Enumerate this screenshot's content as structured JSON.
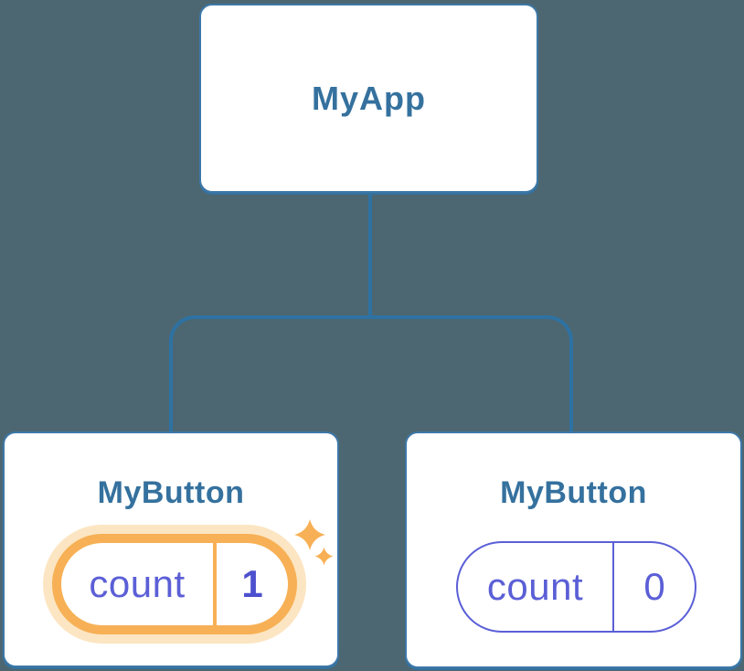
{
  "diagram": {
    "description": "React component tree with state",
    "canvas_background": "#4C6771",
    "colors": {
      "box_border": "#3D78A8",
      "connector": "#2E72A3",
      "node_label": "#35719E",
      "state_accent": "#5B5FD6",
      "state_value_bold": "#4D50CE",
      "highlight_orange": "#F7B055",
      "highlight_glow": "#FCE5C2"
    },
    "tree": {
      "root": {
        "label": "MyApp"
      },
      "children": [
        {
          "label": "MyButton",
          "state": {
            "key": "count",
            "value": "1"
          },
          "highlighted": true,
          "icon": "sparkles-icon"
        },
        {
          "label": "MyButton",
          "state": {
            "key": "count",
            "value": "0"
          },
          "highlighted": false
        }
      ]
    }
  }
}
